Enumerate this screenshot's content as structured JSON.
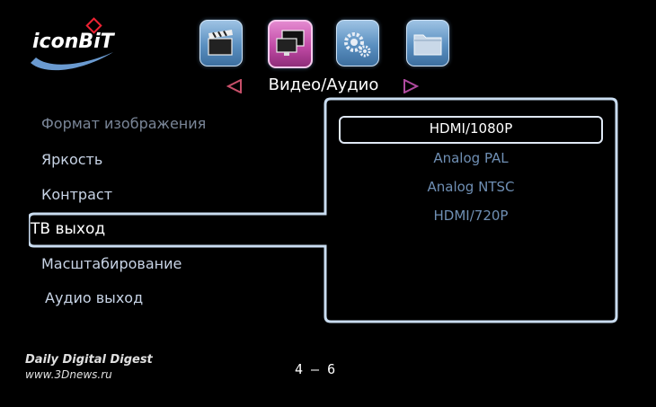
{
  "logo": {
    "text": "iconBiT"
  },
  "top_icons": [
    {
      "name": "clapperboard-icon",
      "active": false
    },
    {
      "name": "display-icon",
      "active": true
    },
    {
      "name": "gears-icon",
      "active": false
    },
    {
      "name": "folder-icon",
      "active": false
    }
  ],
  "header": {
    "title": "Видео/Аудио"
  },
  "menu": {
    "items": [
      {
        "label": "Формат изображения"
      },
      {
        "label": "Яркость"
      },
      {
        "label": "Контраст"
      },
      {
        "label": "ТВ выход"
      },
      {
        "label": "Масштабирование"
      },
      {
        "label": "Аудио выход"
      }
    ],
    "selected_index": 3
  },
  "options": {
    "items": [
      {
        "label": "HDMI/1080P"
      },
      {
        "label": "Analog PAL"
      },
      {
        "label": "Analog NTSC"
      },
      {
        "label": "HDMI/720P"
      }
    ],
    "selected_index": 0
  },
  "footer": {
    "page": "4 – 6",
    "watermark_line1": "Daily Digital Digest",
    "watermark_line2": "www.3Dnews.ru"
  },
  "colors": {
    "accent_pink": "#c14aa6",
    "icon_blue": "#5a8fc0",
    "option_inactive": "#6f8fb4",
    "arrow_left": "#c8506a",
    "arrow_right": "#b04aa0"
  }
}
